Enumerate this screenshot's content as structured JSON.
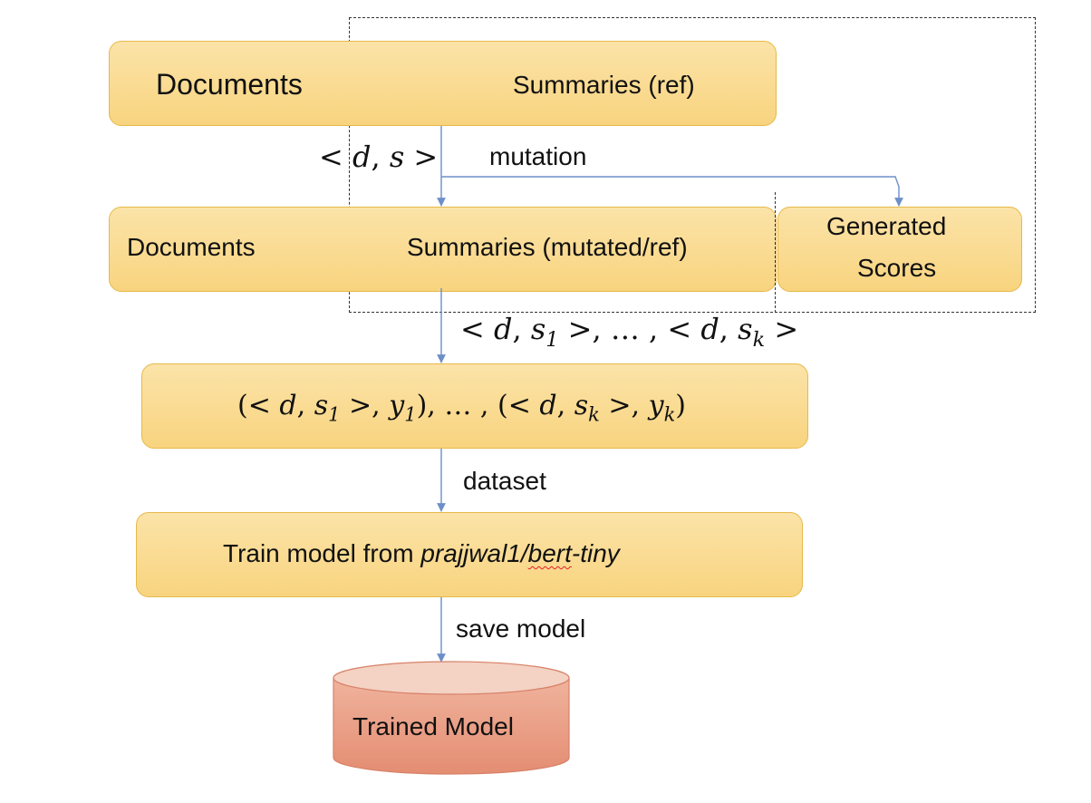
{
  "row1": {
    "left_label": "Documents",
    "right_label": "Summaries (ref)"
  },
  "pair_label": {
    "open": "<",
    "d": "d",
    "comma": ", ",
    "s": "s",
    "close": ">"
  },
  "mutation_label": "mutation",
  "row2": {
    "left_label": "Documents",
    "mid_label": "Summaries (mutated/ref)",
    "scores_line1": "Generated",
    "scores_line2": "Scores"
  },
  "pairs_list": {
    "lt": "<",
    "gt": ">",
    "d": "d",
    "s": "s",
    "sub1": "1",
    "subk": "k",
    "sep": ", … ,",
    "comma": ", "
  },
  "dataset_box": {
    "lp": "(",
    "rp": ")",
    "lt": "<",
    "gt": ">",
    "d": "d",
    "s": "s",
    "y": "y",
    "sub1": "1",
    "subk": "k",
    "sep": ", … ,",
    "comma": ", "
  },
  "dataset_label": "dataset",
  "train_box": {
    "prefix": "Train model from ",
    "model_a": "prajjwal1/",
    "model_b": "bert",
    "model_c": "-tiny"
  },
  "save_label": "save model",
  "trained_model_label": "Trained Model",
  "colors": {
    "box_fill": "#f8d47f",
    "box_border": "#e6b94a",
    "arrow": "#6d8fc9",
    "cylinder": "#e8987f"
  }
}
